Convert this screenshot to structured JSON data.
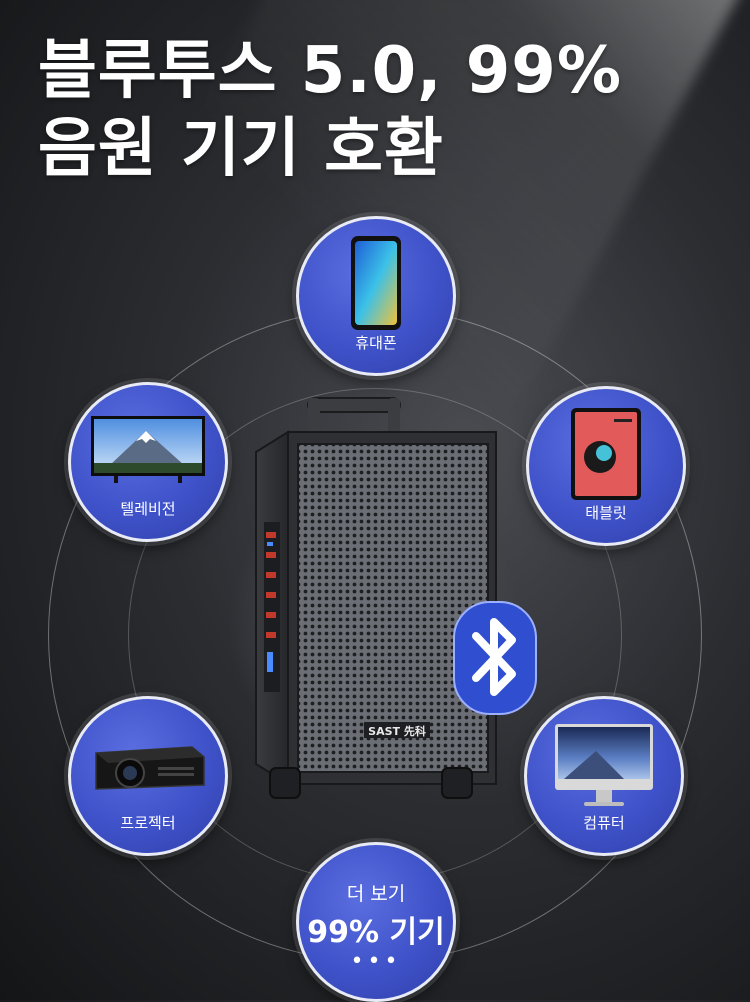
{
  "headline": {
    "line1": "블루투스 5.0, 99%",
    "line2": "음원 기기 호환"
  },
  "devices": [
    {
      "key": "phone",
      "label": "휴대폰",
      "icon": "smartphone-icon"
    },
    {
      "key": "tv",
      "label": "텔레비전",
      "icon": "television-icon"
    },
    {
      "key": "tablet",
      "label": "태블릿",
      "icon": "tablet-icon"
    },
    {
      "key": "projector",
      "label": "프로젝터",
      "icon": "projector-icon"
    },
    {
      "key": "computer",
      "label": "컴퓨터",
      "icon": "monitor-icon"
    }
  ],
  "more": {
    "line1": "더 보기",
    "line2": "99% 기기",
    "line3": "•••"
  },
  "product": {
    "brand": "SAST 先科",
    "icon": "bluetooth-icon"
  },
  "colors": {
    "device_circle": "#3f52c9",
    "bluetooth_badge": "#2f4fd0",
    "text": "#ffffff"
  }
}
